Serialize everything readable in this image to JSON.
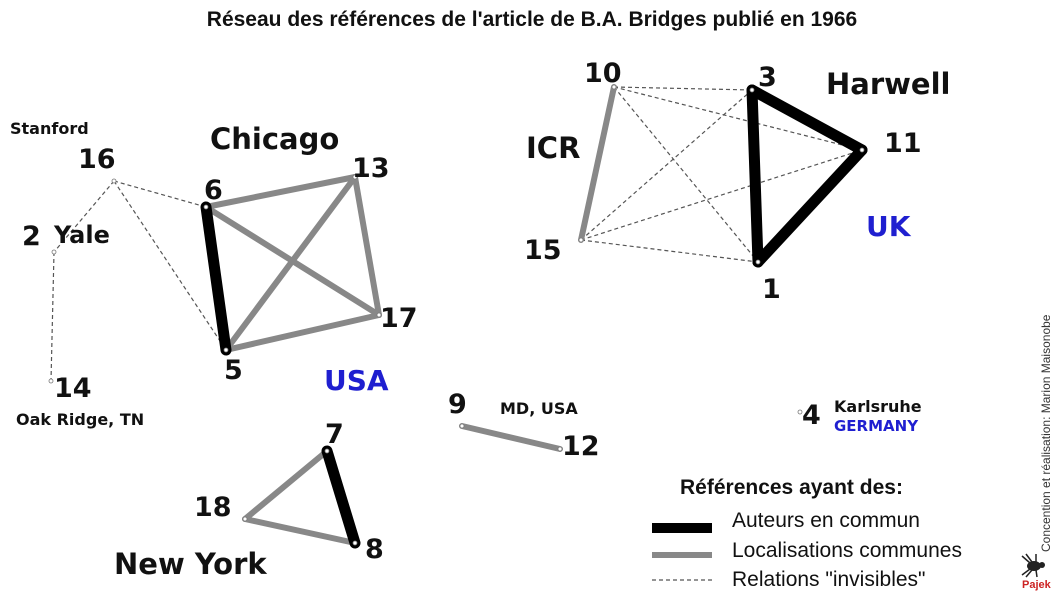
{
  "title": "Réseau des références de l'article de B.A. Bridges publié en 1966",
  "nodes": [
    {
      "id": "1"
    },
    {
      "id": "2"
    },
    {
      "id": "3"
    },
    {
      "id": "4"
    },
    {
      "id": "5"
    },
    {
      "id": "6"
    },
    {
      "id": "7"
    },
    {
      "id": "8"
    },
    {
      "id": "9"
    },
    {
      "id": "10"
    },
    {
      "id": "11"
    },
    {
      "id": "12"
    },
    {
      "id": "13"
    },
    {
      "id": "14"
    },
    {
      "id": "15"
    },
    {
      "id": "16"
    },
    {
      "id": "17"
    },
    {
      "id": "18"
    }
  ],
  "edges": [
    {
      "source": "3",
      "target": "1",
      "type": "authors"
    },
    {
      "source": "3",
      "target": "11",
      "type": "authors"
    },
    {
      "source": "11",
      "target": "1",
      "type": "authors"
    },
    {
      "source": "6",
      "target": "5",
      "type": "authors"
    },
    {
      "source": "7",
      "target": "8",
      "type": "authors"
    },
    {
      "source": "10",
      "target": "15",
      "type": "location"
    },
    {
      "source": "6",
      "target": "13",
      "type": "location"
    },
    {
      "source": "6",
      "target": "17",
      "type": "location"
    },
    {
      "source": "5",
      "target": "13",
      "type": "location"
    },
    {
      "source": "5",
      "target": "17",
      "type": "location"
    },
    {
      "source": "13",
      "target": "17",
      "type": "location"
    },
    {
      "source": "7",
      "target": "18",
      "type": "location"
    },
    {
      "source": "18",
      "target": "8",
      "type": "location"
    },
    {
      "source": "9",
      "target": "12",
      "type": "location"
    },
    {
      "source": "10",
      "target": "3",
      "type": "invisible"
    },
    {
      "source": "10",
      "target": "11",
      "type": "invisible"
    },
    {
      "source": "10",
      "target": "1",
      "type": "invisible"
    },
    {
      "source": "15",
      "target": "3",
      "type": "invisible"
    },
    {
      "source": "15",
      "target": "11",
      "type": "invisible"
    },
    {
      "source": "15",
      "target": "1",
      "type": "invisible"
    },
    {
      "source": "16",
      "target": "6",
      "type": "invisible"
    },
    {
      "source": "16",
      "target": "5",
      "type": "invisible"
    },
    {
      "source": "16",
      "target": "2",
      "type": "invisible"
    },
    {
      "source": "2",
      "target": "14",
      "type": "invisible"
    }
  ],
  "places": {
    "chicago": "Chicago",
    "stanford": "Stanford",
    "yale": "Yale",
    "oak_ridge": "Oak Ridge, TN",
    "new_york": "New York",
    "md_usa": "MD, USA",
    "icr": "ICR",
    "harwell": "Harwell",
    "karlsruhe": "Karlsruhe"
  },
  "countries": {
    "usa": "USA",
    "uk": "UK",
    "germany": "GERMANY"
  },
  "legend": {
    "title": "Références ayant des:",
    "authors": "Auteurs en commun",
    "location": "Localisations communes",
    "invisible": "Relations \"invisibles\""
  },
  "credit": "Concention et réalisation: Marion Maisonobe",
  "logo_text": "Pajek",
  "colors": {
    "authors": "#000000",
    "location": "#888888",
    "invisible": "#555555",
    "country": "#1f1fd0"
  }
}
